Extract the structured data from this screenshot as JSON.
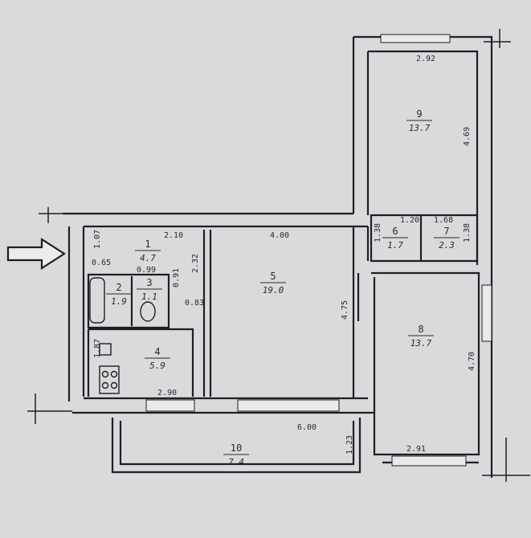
{
  "colors": {
    "paper": "#d9dadc",
    "ink": "#2a2a2e",
    "wall": "#1f1f23"
  },
  "rooms": [
    {
      "id": "r1",
      "number": "1",
      "area": "4.7"
    },
    {
      "id": "r2",
      "number": "2",
      "area": "1.9"
    },
    {
      "id": "r3",
      "number": "3",
      "area": "1.1"
    },
    {
      "id": "r4",
      "number": "4",
      "area": "5.9"
    },
    {
      "id": "r5",
      "number": "5",
      "area": "19.0"
    },
    {
      "id": "r6",
      "number": "6",
      "area": "1.7"
    },
    {
      "id": "r7",
      "number": "7",
      "area": "2.3"
    },
    {
      "id": "r8",
      "number": "8",
      "area": "13.7"
    },
    {
      "id": "r9",
      "number": "9",
      "area": "13.7"
    },
    {
      "id": "r10",
      "number": "10",
      "area": "7.4"
    }
  ],
  "dimensions": [
    "2.92",
    "4.69",
    "1.20",
    "1.68",
    "1.38",
    "1.38",
    "2.10",
    "4.00",
    "1.07",
    "0.65",
    "0.99",
    "2.32",
    "0.91",
    "0.83",
    "1.87",
    "4.75",
    "4.70",
    "2.90",
    "6.00",
    "1.23",
    "2.91"
  ],
  "icons": {
    "entrance": "arrow-right-icon"
  }
}
